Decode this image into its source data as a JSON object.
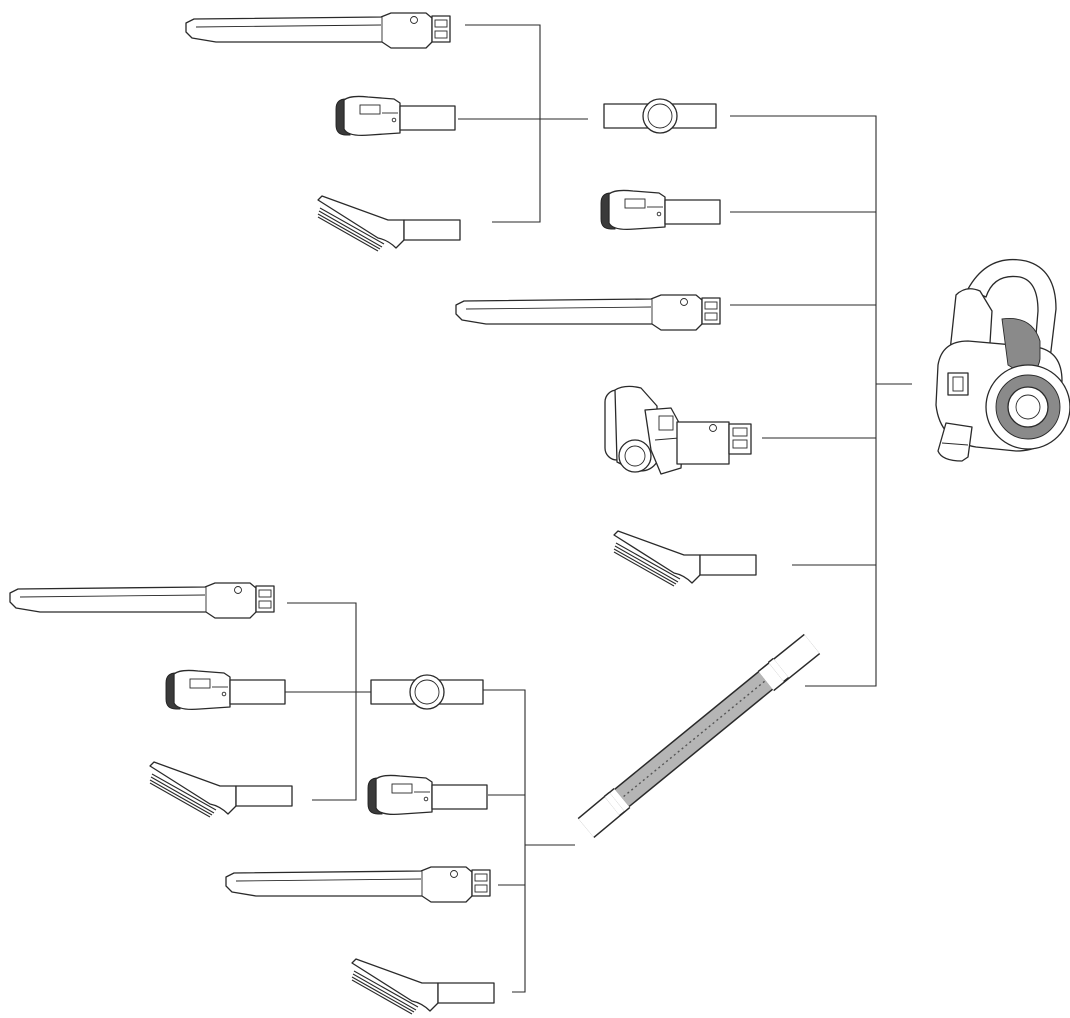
{
  "diagram": {
    "kind": "vacuum-accessory-compatibility-tree",
    "line_color": "#2a2a2a",
    "background": "#ffffff",
    "nodes": [
      {
        "id": "vacuum",
        "icon": "handheld-vacuum-icon"
      },
      {
        "id": "adapter",
        "icon": "adapter-icon"
      },
      {
        "id": "mini-brush",
        "icon": "mini-brush-icon"
      },
      {
        "id": "crevice-tool",
        "icon": "crevice-tool-icon"
      },
      {
        "id": "floor-head",
        "icon": "floor-head-icon"
      },
      {
        "id": "crevice-brush",
        "icon": "crevice-brush-icon"
      },
      {
        "id": "flexible-hose",
        "icon": "flexible-hose-icon"
      }
    ],
    "edges": [
      [
        "vacuum",
        "adapter"
      ],
      [
        "vacuum",
        "mini-brush"
      ],
      [
        "vacuum",
        "crevice-tool"
      ],
      [
        "vacuum",
        "floor-head"
      ],
      [
        "vacuum",
        "crevice-brush"
      ],
      [
        "vacuum",
        "flexible-hose"
      ],
      [
        "adapter",
        "crevice-tool"
      ],
      [
        "adapter",
        "mini-brush"
      ],
      [
        "adapter",
        "crevice-brush"
      ],
      [
        "flexible-hose",
        "adapter"
      ],
      [
        "flexible-hose",
        "mini-brush"
      ],
      [
        "flexible-hose",
        "crevice-tool"
      ],
      [
        "flexible-hose",
        "crevice-brush"
      ]
    ]
  }
}
